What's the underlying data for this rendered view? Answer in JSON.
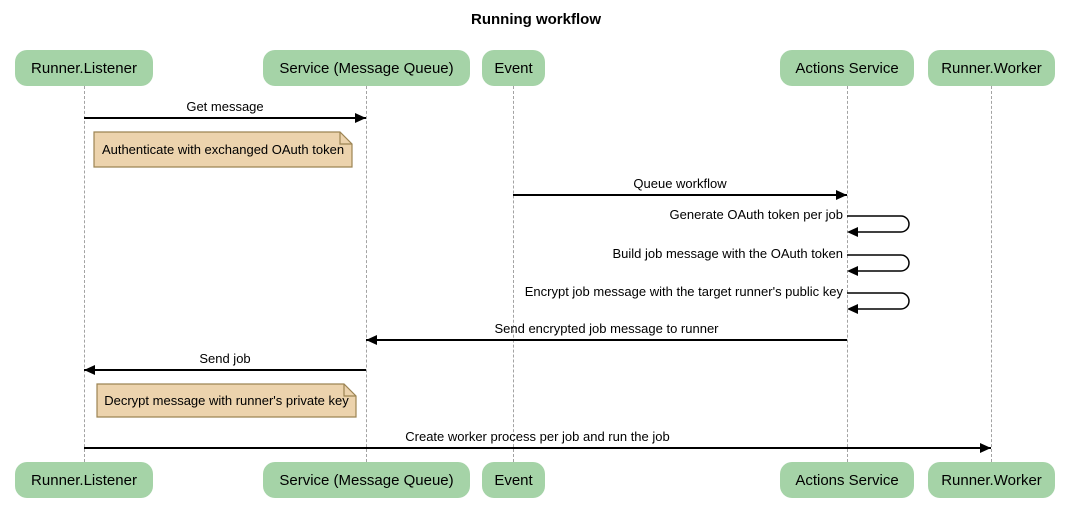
{
  "title": "Running workflow",
  "colors": {
    "actor_fill": "#a5d3a7",
    "note_fill": "#ecd3ad",
    "note_border": "#9c8453",
    "lifeline": "#a3a3a3",
    "arrow": "#000000",
    "text": "#000000",
    "background": "#ffffff"
  },
  "actors": [
    {
      "label": "Runner.Listener"
    },
    {
      "label": "Service (Message Queue)"
    },
    {
      "label": "Event"
    },
    {
      "label": "Actions Service"
    },
    {
      "label": "Runner.Worker"
    }
  ],
  "messages": [
    {
      "label": "Get message",
      "from": "Runner.Listener",
      "to": "Service (Message Queue)",
      "self": false
    },
    {
      "label": "Queue workflow",
      "from": "Event",
      "to": "Actions Service",
      "self": false
    },
    {
      "label": "Generate OAuth token per job",
      "from": "Actions Service",
      "to": "Actions Service",
      "self": true
    },
    {
      "label": "Build job message with the OAuth token",
      "from": "Actions Service",
      "to": "Actions Service",
      "self": true
    },
    {
      "label": "Encrypt job message with the target runner's public key",
      "from": "Actions Service",
      "to": "Actions Service",
      "self": true
    },
    {
      "label": "Send encrypted job message to runner",
      "from": "Actions Service",
      "to": "Service (Message Queue)",
      "self": false
    },
    {
      "label": "Send job",
      "from": "Service (Message Queue)",
      "to": "Runner.Listener",
      "self": false
    },
    {
      "label": "Create worker process per job and run the job",
      "from": "Runner.Listener",
      "to": "Runner.Worker",
      "self": false
    }
  ],
  "notes": [
    {
      "text": "Authenticate with exchanged OAuth token",
      "anchor": "Runner.Listener"
    },
    {
      "text": "Decrypt message with runner's private key",
      "anchor": "Runner.Listener"
    }
  ]
}
